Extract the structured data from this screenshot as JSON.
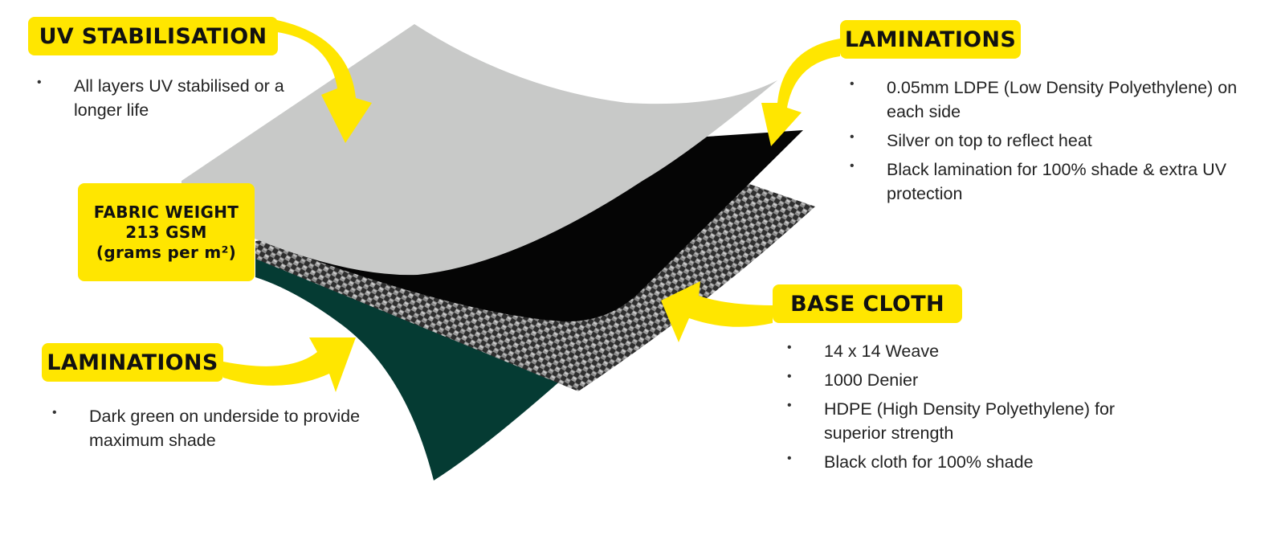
{
  "uv_stabilisation": {
    "title": "UV STABILISATION",
    "items": [
      "All layers UV stabilised or a longer life"
    ]
  },
  "laminations_top": {
    "title": "LAMINATIONS",
    "items": [
      "0.05mm LDPE (Low Density Polyethylene) on each side",
      "Silver on top to reflect heat",
      "Black lamination for 100% shade & extra UV protection"
    ]
  },
  "fabric_weight": {
    "line1": "FABRIC WEIGHT",
    "line2": "213 GSM",
    "line3": "(grams per m²)"
  },
  "base_cloth": {
    "title": "BASE CLOTH",
    "items": [
      "14 x 14 Weave",
      "1000 Denier",
      "HDPE (High Density Polyethylene) for superior strength",
      "Black cloth for 100% shade"
    ]
  },
  "laminations_bottom": {
    "title": "LAMINATIONS",
    "items": [
      "Dark green on underside to provide maximum shade"
    ]
  },
  "colors": {
    "label_yellow": "#ffe600",
    "silver_layer": "#c8c9c8",
    "black_layer": "#050505",
    "weave_layer": "#3a3a3a",
    "green_layer": "#053b33"
  }
}
